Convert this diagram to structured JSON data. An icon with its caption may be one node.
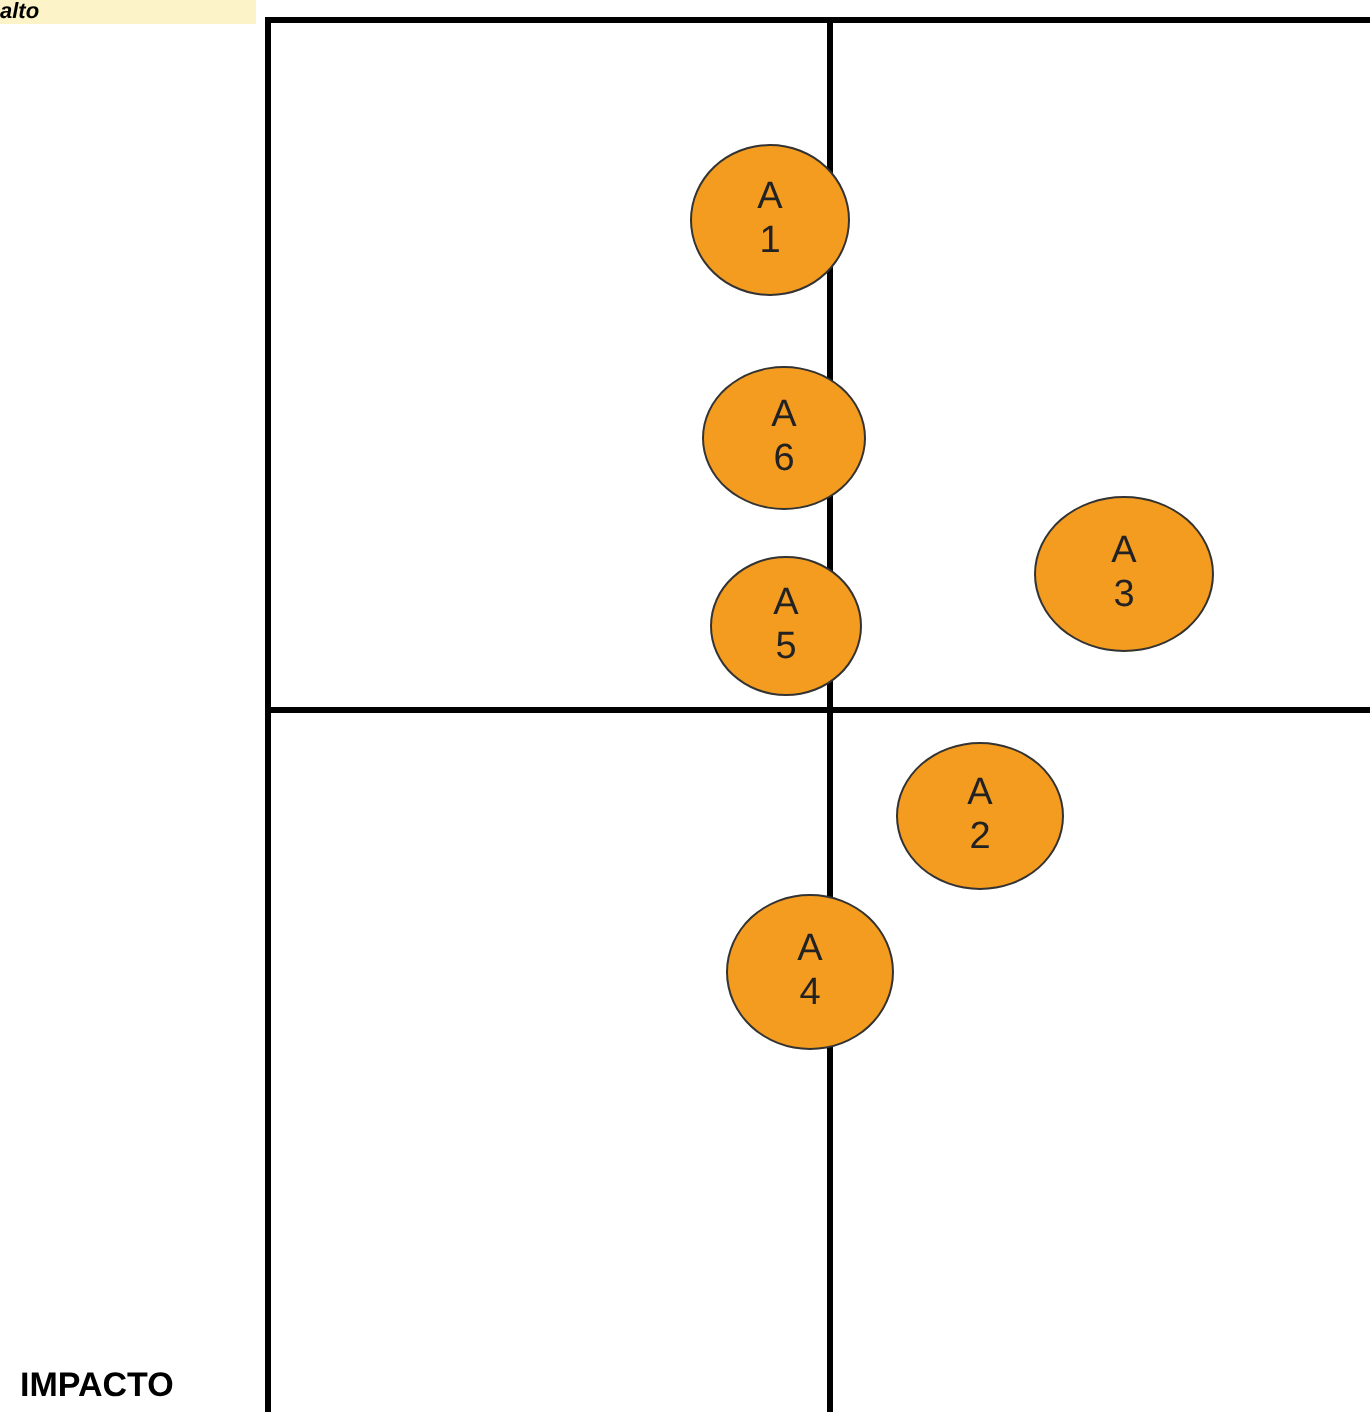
{
  "diagram": {
    "nodes": [
      {
        "text": [
          "A 1"
        ]
      },
      {
        "text": [
          "A 6"
        ]
      },
      {
        "text": [
          "A 5"
        ]
      },
      {
        "text": [
          "A 3"
        ]
      },
      {
        "text": [
          "A 2"
        ]
      },
      {
        "text": [
          "A 4"
        ]
      }
    ],
    "labels": [
      "alto",
      "IMPACTO"
    ]
  }
}
